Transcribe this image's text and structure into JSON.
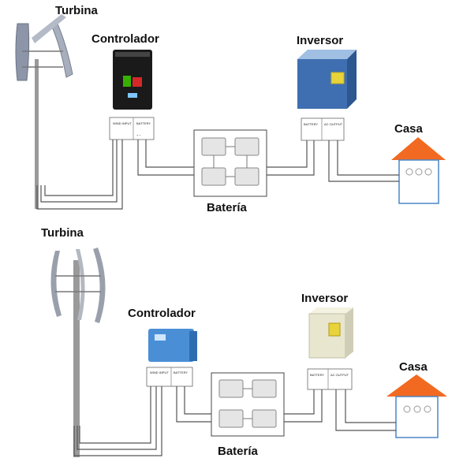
{
  "systems": [
    {
      "turbine_label": "Turbina",
      "controller_label": "Controlador",
      "inverter_label": "Inversor",
      "battery_label": "Batería",
      "house_label": "Casa",
      "controller_terminals": {
        "left": "WIND INPUT",
        "right": "BATTERY"
      },
      "inverter_terminals": {
        "left": "BATTERY",
        "right": "AC OUTPUT"
      },
      "controller_color": "#1a1a1a",
      "inverter_color": "#3f6fb0"
    },
    {
      "turbine_label": "Turbina",
      "controller_label": "Controlador",
      "inverter_label": "Inversor",
      "battery_label": "Batería",
      "house_label": "Casa",
      "controller_terminals": {
        "left": "WIND INPUT",
        "right": "BATTERY"
      },
      "inverter_terminals": {
        "left": "BATTERY",
        "right": "AC OUTPUT"
      },
      "controller_color": "#4a8fd6",
      "inverter_color": "#e8e6cf"
    }
  ],
  "colors": {
    "roof": "#f26a21",
    "house_outline": "#4a86c8",
    "screen": "#e8d43a",
    "wire": "#555555"
  }
}
